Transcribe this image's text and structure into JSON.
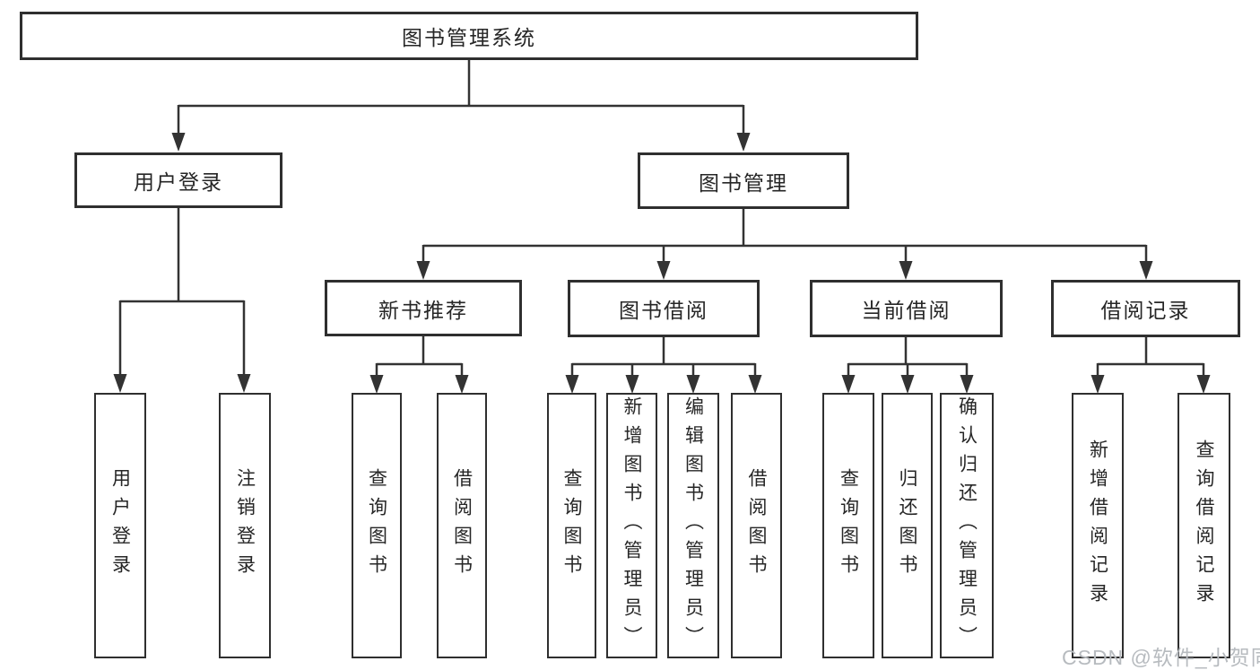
{
  "diagram": {
    "root": {
      "label": "图书管理系统"
    },
    "level2": [
      {
        "label": "用户登录"
      },
      {
        "label": "图书管理"
      }
    ],
    "level3": [
      {
        "label": "新书推荐"
      },
      {
        "label": "图书借阅"
      },
      {
        "label": "当前借阅"
      },
      {
        "label": "借阅记录"
      }
    ],
    "leaves": {
      "login": [
        "用户登录",
        "注销登录"
      ],
      "recommend": [
        "查询图书",
        "借阅图书"
      ],
      "borrow": [
        "查询图书",
        "新增图书（管理员）",
        "编辑图书（管理员）",
        "借阅图书"
      ],
      "current": [
        "查询图书",
        "归还图书",
        "确认归还（管理员）"
      ],
      "records": [
        "新增借阅记录",
        "查询借阅记录"
      ]
    }
  },
  "watermark": "CSDN @软件_小贺同学",
  "colors": {
    "line": "#333333",
    "border": "#2f2f2f",
    "text": "#262626",
    "watermark": "#b7bbbf",
    "background": "#ffffff"
  }
}
